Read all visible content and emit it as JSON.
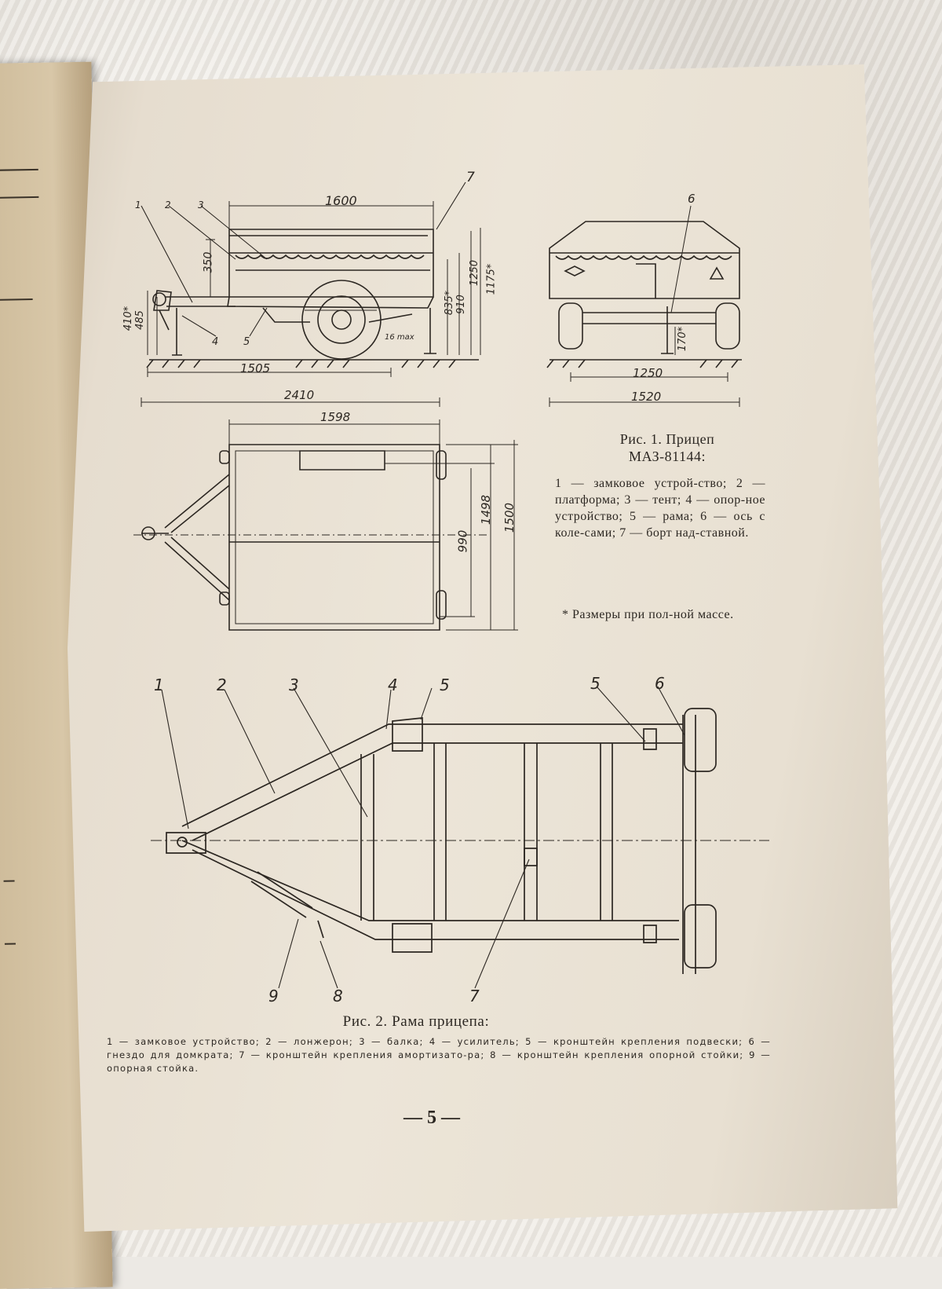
{
  "fig1": {
    "side_view": {
      "callouts": [
        "1",
        "2",
        "3",
        "4",
        "5",
        "7"
      ],
      "dims": {
        "length_box": "1600",
        "height_side": "350",
        "hitch_h1": "410*",
        "hitch_h2": "485",
        "wheelbase": "1505",
        "total_length": "2410",
        "h_835": "835*",
        "h_910": "910",
        "h_1250": "1250",
        "h_1175": "1175*",
        "wheel_label": "16 max"
      }
    },
    "rear_view": {
      "callout": "6",
      "dims": {
        "clearance": "170*",
        "track": "1250",
        "width": "1520"
      }
    },
    "top_view": {
      "dims": {
        "length": "1598",
        "w_990": "990",
        "w_1498": "1498",
        "w_1500": "1500"
      }
    },
    "caption_title_line1": "Рис. 1. Прицеп",
    "caption_title_line2": "МАЗ-81144:",
    "caption_body": "1 — замковое устрой-ство; 2 — платформа; 3 — тент; 4 — опор-ное устройство; 5 — рама; 6 — ось с коле-сами; 7 — борт над-ставной.",
    "caption_note": "* Размеры при пол-ной массе."
  },
  "fig2": {
    "callouts_top": [
      "1",
      "2",
      "3",
      "4",
      "5",
      "5",
      "6"
    ],
    "callouts_bottom": [
      "9",
      "8",
      "7"
    ],
    "caption_title": "Рис. 2. Рама прицепа:",
    "caption_body": "1 — замковое устройство; 2 — лонжерон; 3 — балка; 4 — усилитель; 5 — кронштейн крепления подвески; 6 — гнездо для домкрата; 7 — кронштейн крепления амортизато-ра; 8 — кронштейн крепления опорной стойки; 9 — опорная стойка."
  },
  "page_number": "— 5 —",
  "colors": {
    "ink": "#2c2722",
    "paper": "#e8e0d2",
    "fur": "#ece9e4"
  }
}
